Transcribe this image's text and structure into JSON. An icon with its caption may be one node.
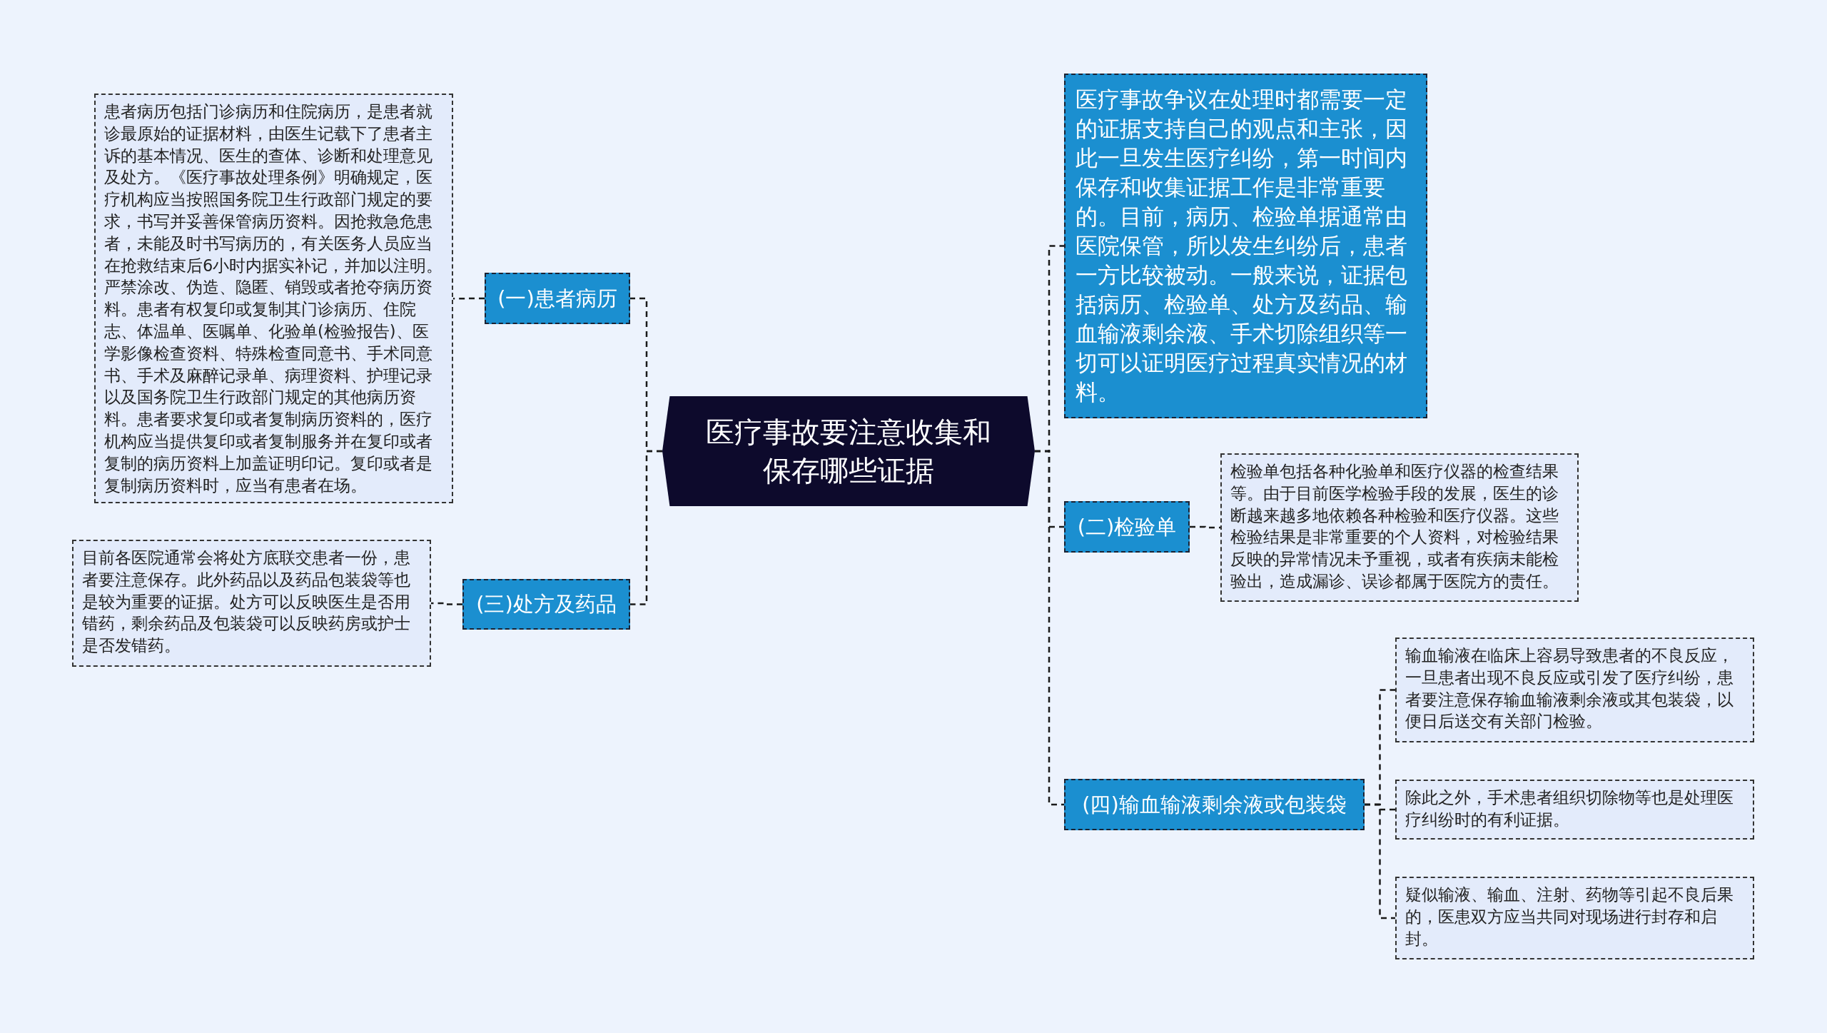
{
  "diagram": {
    "nodes": [
      {
        "text": [
          "医疗事故要注意收集和保存哪些证据"
        ]
      },
      {
        "text": [
          "(一)患者病历"
        ]
      },
      {
        "text": [
          "患者病历包括门诊病历和住院病历，是患者就诊最原始的证据材料，由医生记载下了患者主诉的基本情况、医生的查体、诊断和处理意见及处方。《医疗事故处理条例》明确规定，医疗机构应当按照国务院卫生行政部门规定的要求，书写并妥善保管病历资料。因抢救急危患者，未能及时书写病历的，有关医务人员应当在抢救结束后6小时内据实补记，并加以注明。严禁涂改、伪造、隐匿、销毁或者抢夺病历资料。患者有权复印或复制其门诊病历、住院志、体温单、医嘱单、化验单(检验报告)、医学影像检查资料、特殊检查同意书、手术同意书、手术及麻醉记录单、病理资料、护理记录以及国务院卫生行政部门规定的其他病历资料。患者要求复印或者复制病历资料的，医疗机构应当提供复印或者复制服务并在复印或者复制的病历资料上加盖证明印记。复印或者是复制病历资料时，应当有患者在场。"
        ]
      },
      {
        "text": [
          "(三)处方及药品"
        ]
      },
      {
        "text": [
          "目前各医院通常会将处方底联交患者一份，患者要注意保存。此外药品以及药品包装袋等也是较为重要的证据。处方可以反映医生是否用错药，剩余药品及包装袋可以反映药房或护士是否发错药。"
        ]
      },
      {
        "text": [
          "医疗事故争议在处理时都需要一定的证据支持自己的观点和主张，因此一旦发生医疗纠纷，第一时间内保存和收集证据工作是非常重要的。目前，病历、检验单据通常由医院保管，所以发生纠纷后，患者一方比较被动。一般来说，证据包括病历、检验单、处方及药品、输血输液剩余液、手术切除组织等一切可以证明医疗过程真实情况的材料。"
        ]
      },
      {
        "text": [
          "(二)检验单"
        ]
      },
      {
        "text": [
          "检验单包括各种化验单和医疗仪器的检查结果等。由于目前医学检验手段的发展，医生的诊断越来越多地依赖各种检验和医疗仪器。这些检验结果是非常重要的个人资料，对检验结果反映的异常情况未予重视，或者有疾病未能检验出，造成漏诊、误诊都属于医院方的责任。"
        ]
      },
      {
        "text": [
          "(四)输血输液剩余液或包装袋"
        ]
      },
      {
        "text": [
          "输血输液在临床上容易导致患者的不良反应，一旦患者出现不良反应或引发了医疗纠纷，患者要注意保存输血输液剩余液或其包装袋，以便日后送交有关部门检验。"
        ]
      },
      {
        "text": [
          "除此之外，手术患者组织切除物等也是处理医疗纠纷时的有利证据。"
        ]
      },
      {
        "text": [
          "疑似输液、输血、注射、药物等引起不良后果的，医患双方应当共同对现场进行封存和启封。"
        ]
      }
    ],
    "edges": [
      {
        "from": 0,
        "to": 1,
        "arrow": "none"
      },
      {
        "from": 1,
        "to": 2,
        "arrow": "none"
      },
      {
        "from": 0,
        "to": 3,
        "arrow": "none"
      },
      {
        "from": 3,
        "to": 4,
        "arrow": "none"
      },
      {
        "from": 0,
        "to": 5,
        "arrow": "none"
      },
      {
        "from": 0,
        "to": 6,
        "arrow": "none"
      },
      {
        "from": 6,
        "to": 7,
        "arrow": "none"
      },
      {
        "from": 0,
        "to": 8,
        "arrow": "none"
      },
      {
        "from": 8,
        "to": 9,
        "arrow": "none"
      },
      {
        "from": 8,
        "to": 10,
        "arrow": "none"
      },
      {
        "from": 8,
        "to": 11,
        "arrow": "none"
      }
    ]
  }
}
